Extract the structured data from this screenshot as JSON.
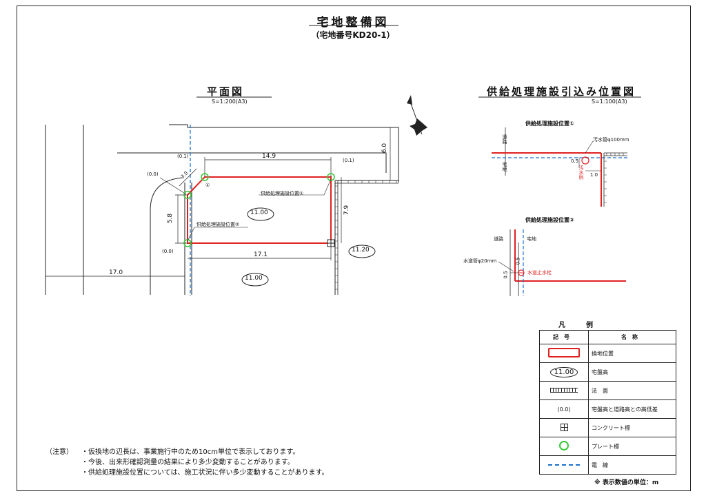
{
  "title": "宅地整備図",
  "subtitle": "（宅地番号KD20-1）",
  "plan": {
    "heading": "平面図",
    "scale": "S=1:200(A3)",
    "dims": {
      "top": "14.9",
      "top_right": "6.0",
      "left": "5.8",
      "right": "7.9",
      "bottom": "17.1",
      "road": "17.0",
      "corner": "3.0"
    },
    "diffs": {
      "d1": "(0.1)",
      "d2": "(0.0)",
      "d3": "(0.1)",
      "d4": "(0.0)"
    },
    "marker": "①",
    "elev_lot": "11.00",
    "elev_right": "11.20",
    "elev_bottom": "11.00",
    "supply1": "供給処理施設位置①",
    "supply2": "供給処理施設位置②"
  },
  "detail": {
    "heading": "供給処理施設引込み位置図",
    "scale": "S=1:100(A3)",
    "pos1": {
      "title": "供給処理施設位置①",
      "road": "道路",
      "lot": "宅地",
      "pipe": "汚水管φ100mm",
      "d1": "0.5",
      "d2": "1.0",
      "manhole": "汚水桝"
    },
    "pos2": {
      "title": "供給処理施設位置②",
      "road": "道路",
      "lot": "宅地",
      "pipe": "水道管φ20mm",
      "valve": "水道止水栓",
      "d1": "0.5",
      "d2": "0.5"
    }
  },
  "legend": {
    "title": "凡　例",
    "col_symbol": "記号",
    "col_name": "名称",
    "rows": [
      {
        "symbol": "",
        "name": "換地位置"
      },
      {
        "symbol": "11.00",
        "name": "宅盤高"
      },
      {
        "symbol": "",
        "name": "法　面"
      },
      {
        "symbol": "(0.0)",
        "name": "宅盤高と道路高との高低差"
      },
      {
        "symbol": "",
        "name": "コンクリート標"
      },
      {
        "symbol": "",
        "name": "プレート標"
      },
      {
        "symbol": "",
        "name": "電　線"
      }
    ],
    "unit": "※ 表示数値の単位：m"
  },
  "notes": {
    "label": "（注意）",
    "items": [
      "・仮換地の辺長は、事業施行中のため10cm単位で表示しております。",
      "・今後、出来形確認測量の結果により多少変動することがあります。",
      "・供給処理施設位置については、施工状況に伴い多少変動することがあります。"
    ]
  },
  "colors": {
    "lot_line": "#e02020",
    "plate": "#37c837",
    "wire": "#1a6fd0",
    "line": "#222222"
  }
}
